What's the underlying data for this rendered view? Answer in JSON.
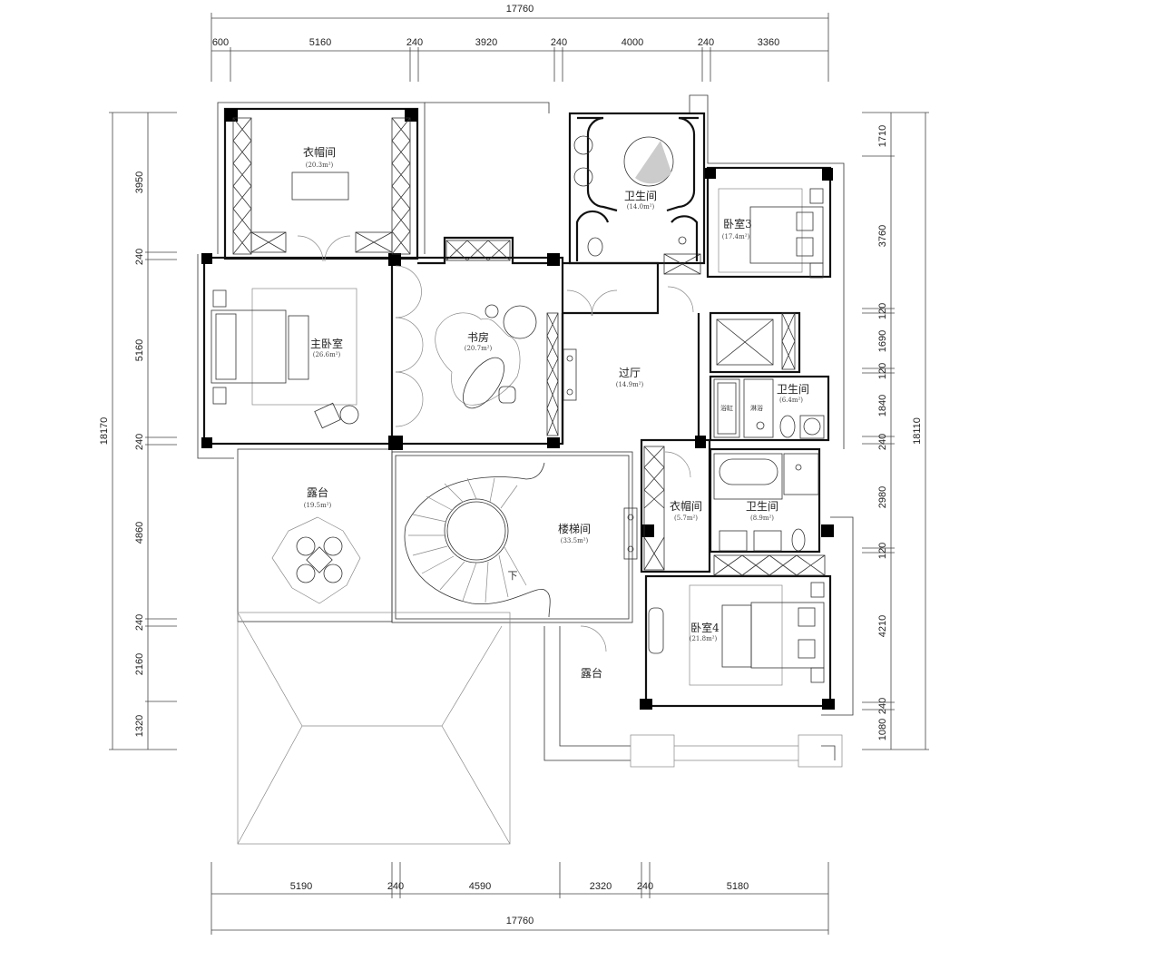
{
  "drawing": {
    "type": "floor-plan",
    "overall_width_top": "17760",
    "overall_width_bottom": "17760",
    "overall_height_left": "18170",
    "overall_height_right": "18110"
  },
  "dimensions": {
    "top": [
      "600",
      "5160",
      "240",
      "3920",
      "240",
      "4000",
      "240",
      "3360"
    ],
    "bottom": [
      "5190",
      "240",
      "4590",
      "2320",
      "240",
      "5180"
    ],
    "left": [
      "3950",
      "240",
      "5160",
      "240",
      "4860",
      "240",
      "2160",
      "1320"
    ],
    "right": [
      "1710",
      "3760",
      "120",
      "1690",
      "120",
      "1840",
      "240",
      "2980",
      "120",
      "4210",
      "240",
      "1080"
    ]
  },
  "rooms": [
    {
      "id": "cloakroom-1",
      "name": "衣帽间",
      "area": "(20.3m²)"
    },
    {
      "id": "bathroom-1",
      "name": "卫生间",
      "area": "(14.0m²)"
    },
    {
      "id": "bedroom-3",
      "name": "卧室3",
      "area": "(17.4m²)"
    },
    {
      "id": "master-bedroom",
      "name": "主卧室",
      "area": "(26.6m²)"
    },
    {
      "id": "study",
      "name": "书房",
      "area": "(20.7m²)"
    },
    {
      "id": "hall",
      "name": "过厅",
      "area": "(14.9m²)"
    },
    {
      "id": "bathroom-2",
      "name": "卫生间",
      "area": "(6.4m²)"
    },
    {
      "id": "terrace-1",
      "name": "露台",
      "area": "(19.5m²)"
    },
    {
      "id": "stairwell",
      "name": "楼梯间",
      "area": "(33.5m²)"
    },
    {
      "id": "cloakroom-2",
      "name": "衣帽间",
      "area": "(5.7m²)"
    },
    {
      "id": "bathroom-3",
      "name": "卫生间",
      "area": "(8.9m²)"
    },
    {
      "id": "bedroom-4",
      "name": "卧室4",
      "area": "(21.8m²)"
    },
    {
      "id": "terrace-2",
      "name": "露台",
      "area": ""
    }
  ],
  "fixtures": {
    "bathtub_label": "浴缸",
    "shower_label": "淋浴",
    "stair_down_label": "下"
  }
}
